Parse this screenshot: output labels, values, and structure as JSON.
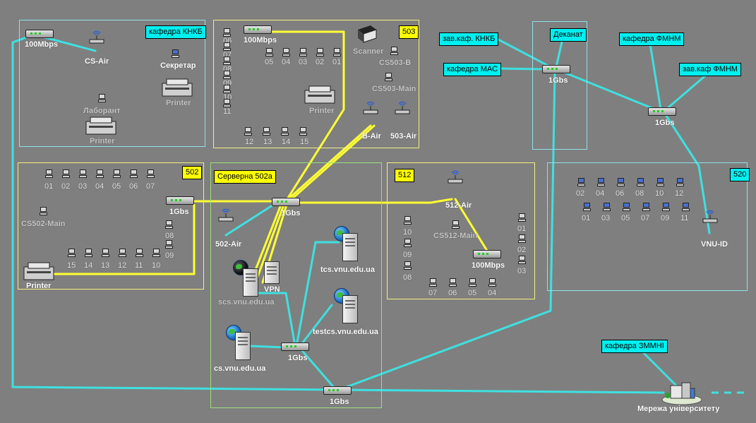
{
  "colors": {
    "background": "#7f7f7f",
    "cyan_link": "#3fe0e0",
    "yellow_link": "#ffff33",
    "room_cyan": "#8fe0e8",
    "room_yellow": "#f4f080",
    "room_green": "#9be07a"
  },
  "rooms": {
    "knkb": {
      "tag": "кафедра КНКБ"
    },
    "r503": {
      "tag": "503"
    },
    "r502": {
      "tag": "502"
    },
    "r502a": {
      "tag": "Серверна 502а"
    },
    "r512": {
      "tag": "512"
    },
    "r520": {
      "tag": "520"
    },
    "dekanat": {
      "tag": "Деканат"
    }
  },
  "tags": {
    "zav_knkb": "зав.каф. КНКБ",
    "mas": "кафедра МАС",
    "fmnm": "кафедра ФМНМ",
    "zav_fmnm": "зав.каф  ФМНМ",
    "zmmni": "кафедра ЗММНІ"
  },
  "labels": {
    "sw_knkb": "100Mbps",
    "cs_air": "CS-Air",
    "sekretar": "Секретар",
    "printer": "Printer",
    "laborant": "Лаборант",
    "sw_503": "100Mbps",
    "scanner": "Scanner",
    "cs503b": "CS503-B",
    "cs503main": "CS503-Main",
    "b_air": "B-Air",
    "air503": "503-Air",
    "gbs": "1Gbs",
    "cs502main": "CS502-Main",
    "air502": "502-Air",
    "vpn": "VPN",
    "scs": "scs.vnu.edu.ua",
    "tcs": "tcs.vnu.edu.ua",
    "testcs": "testcs.vnu.edu.ua",
    "cs": "cs.vnu.edu.ua",
    "air512": "512-Air",
    "cs512main": "CS512-Main",
    "sw_512": "100Mbps",
    "vnu_id": "VNU-ID",
    "campus": "Мережа університету"
  },
  "numbers": {
    "r503_col": [
      "06",
      "07",
      "08",
      "09",
      "10",
      "11"
    ],
    "r503_row": [
      "05",
      "04",
      "03",
      "02",
      "01"
    ],
    "r503_bottom": [
      "12",
      "13",
      "14",
      "15"
    ],
    "r502_top": [
      "01",
      "02",
      "03",
      "04",
      "05",
      "06",
      "07"
    ],
    "r502_right": [
      "08",
      "09"
    ],
    "r502_bottom": [
      "15",
      "14",
      "13",
      "12",
      "11",
      "10"
    ],
    "r512_left": [
      "10",
      "09",
      "08"
    ],
    "r512_right": [
      "01",
      "02",
      "03"
    ],
    "r512_bottom": [
      "07",
      "06",
      "05",
      "04"
    ],
    "r520_top": [
      "02",
      "04",
      "06",
      "08",
      "10",
      "12"
    ],
    "r520_bottom": [
      "01",
      "03",
      "05",
      "07",
      "09",
      "11"
    ]
  }
}
